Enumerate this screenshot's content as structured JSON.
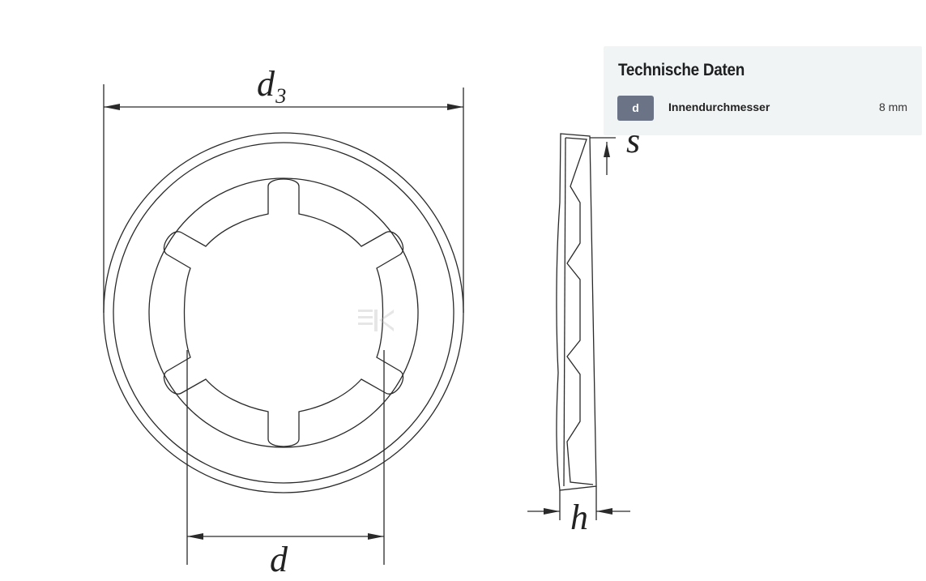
{
  "drawing": {
    "dim_outer": "d₃",
    "dim_inner": "d",
    "dim_thickness": "s",
    "dim_height": "h"
  },
  "panel": {
    "title": "Technische Daten",
    "rows": [
      {
        "badge": "d",
        "label": "Innendurchmesser",
        "value": "8 mm"
      }
    ]
  }
}
